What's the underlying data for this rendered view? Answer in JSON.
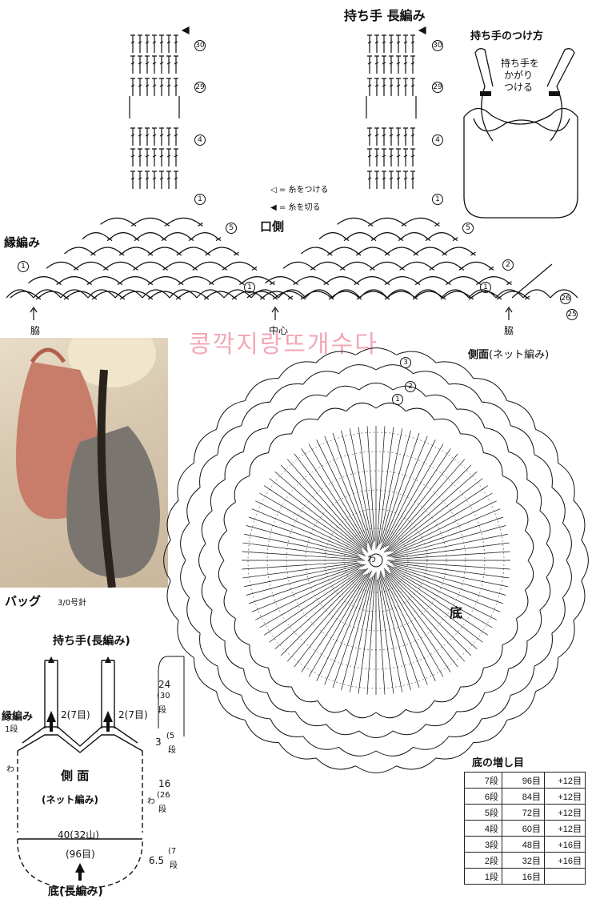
{
  "top": {
    "handle_title": "持ち手 長編み",
    "attach_title": "持ち手のつけ方",
    "attach_note_1": "持ち手を",
    "attach_note_2": "かがり",
    "attach_note_3": "つける",
    "legend_attach": "= 糸をつける",
    "legend_cut": "= 糸を切る",
    "mouth_side": "口側",
    "edging": "縁編み",
    "side_label": "脇",
    "center_label": "中心",
    "side_net": "側面",
    "side_net_paren": "(ネット編み)",
    "bottom": "底",
    "rows_handle": [
      "30",
      "29",
      "4",
      "1",
      "5"
    ],
    "row_right_a": "2",
    "row_right_b": "26",
    "row_right_c": "25",
    "circle_rows": [
      "3",
      "2",
      "1"
    ],
    "ring": "わ"
  },
  "watermark": "콩깍지랑뜨개수다",
  "bag": {
    "title": "バッグ",
    "needle": "3/0号針",
    "handle_label": "持ち手(長編み)",
    "edge_label": "縁編み",
    "edge_rows": "1段",
    "w_left": "2(7目)",
    "w_right": "2(7目)",
    "side_title": "側 面",
    "side_sub": "(ネット編み)",
    "ring_left": "わ",
    "ring_right": "わ",
    "width": "40(32山)",
    "stitches": "(96目)",
    "bottom_label": "底(長編み)",
    "dim_handle": "24",
    "dim_handle_rows": "30",
    "dim_handle_unit": "段",
    "dim_edge": "3",
    "dim_edge_rows": "5",
    "dim_edge_unit": "段",
    "dim_side": "16",
    "dim_side_rows": "26",
    "dim_side_unit": "段",
    "dim_bottom": "6.5",
    "dim_bottom_rows": "7",
    "dim_bottom_unit": "段"
  },
  "increase": {
    "title": "底の増し目",
    "rows": [
      [
        "7段",
        "96目",
        "+12目"
      ],
      [
        "6段",
        "84目",
        "+12目"
      ],
      [
        "5段",
        "72目",
        "+12目"
      ],
      [
        "4段",
        "60目",
        "+12目"
      ],
      [
        "3段",
        "48目",
        "+16目"
      ],
      [
        "2段",
        "32目",
        "+16目"
      ],
      [
        "1段",
        "16目",
        ""
      ]
    ]
  }
}
